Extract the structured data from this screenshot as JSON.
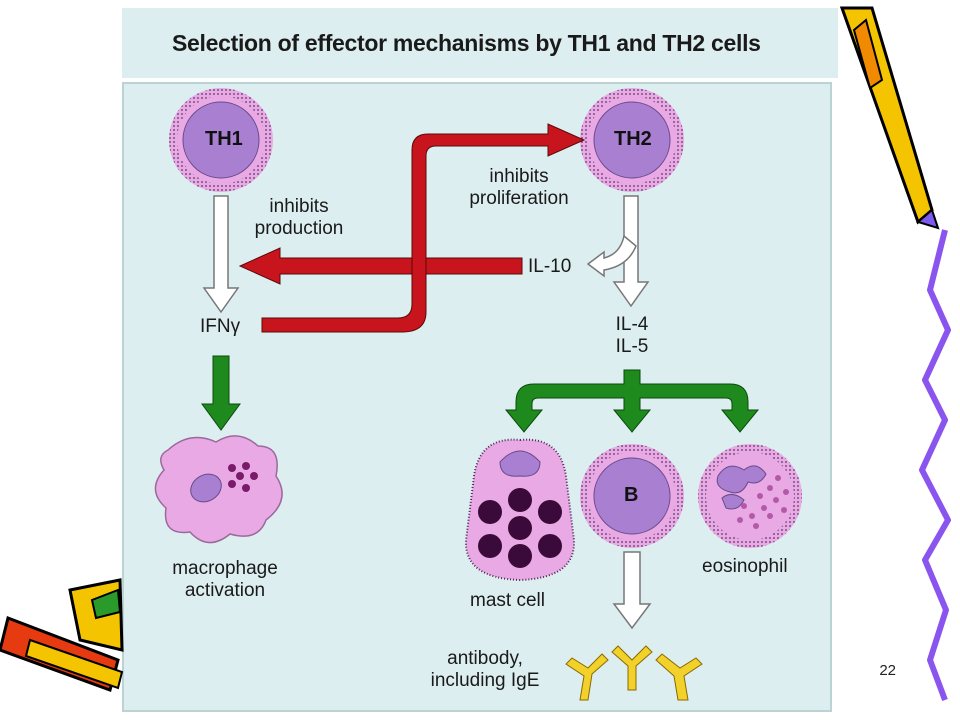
{
  "slide": {
    "title": "Selection of effector mechanisms by TH1 and TH2 cells",
    "page_number": "22"
  },
  "cells": {
    "th1": "TH1",
    "th2": "TH2",
    "b": "B"
  },
  "labels": {
    "inhibits_production": [
      "inhibits",
      "production"
    ],
    "inhibits_proliferation": [
      "inhibits",
      "proliferation"
    ],
    "il10": "IL-10",
    "ifng": "IFNγ",
    "il4": "IL-4",
    "il5": "IL-5",
    "macrophage": [
      "macrophage",
      "activation"
    ],
    "mast_cell": "mast cell",
    "eosinophil": "eosinophil",
    "antibody": [
      "antibody,",
      "including IgE"
    ]
  },
  "colors": {
    "background_panel": "#ddeef0",
    "cell_fill": "#e9a9e4",
    "nucleus": "#a97fd1",
    "inhibition_arrow": "#c8141c",
    "activation_arrow": "#1e8a1e",
    "antibody": "#f2d22a"
  }
}
